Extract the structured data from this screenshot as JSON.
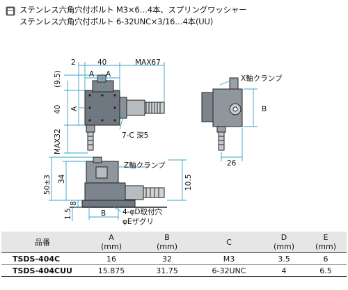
{
  "header": {
    "line1": "ステンレス六角穴付ボルト M3×6…4本、スプリングワッシャー",
    "line2": "ステンレス六角穴付ボルト 6-32UNC×3/16…4本(UU)"
  },
  "drawing": {
    "dim_2": "2",
    "dim_40_top": "40",
    "dim_max67": "MAX67",
    "dim_9_5": "(9.5)",
    "dim_A1": "A",
    "dim_A2": "A",
    "dim_40_left": "40",
    "dim_A_left": "A",
    "dim_max32": "MAX32",
    "label_7c": "7-C 深5",
    "label_x_clamp": "X軸クランプ",
    "dim_B_side": "B",
    "dim_26": "26",
    "label_z_clamp": "Z軸クランプ",
    "dim_50": "50±3",
    "dim_34": "34",
    "dim_10_5": "10.5",
    "dim_8": "8",
    "dim_1_5": "1.5",
    "dim_B_bottom": "B",
    "label_hole": "4-φD取付穴",
    "label_counterbore": "φEザグリ"
  },
  "table": {
    "headers": [
      {
        "l1": "品番",
        "l2": ""
      },
      {
        "l1": "A",
        "l2": "(mm)"
      },
      {
        "l1": "B",
        "l2": "(mm)"
      },
      {
        "l1": "C",
        "l2": ""
      },
      {
        "l1": "D",
        "l2": "(mm)"
      },
      {
        "l1": "E",
        "l2": "(mm)"
      }
    ],
    "rows": [
      [
        "TSDS-404C",
        "16",
        "32",
        "M3",
        "3.5",
        "6"
      ],
      [
        "TSDS-404CUU",
        "15.875",
        "31.75",
        "6-32UNC",
        "4",
        "6.5"
      ]
    ]
  }
}
